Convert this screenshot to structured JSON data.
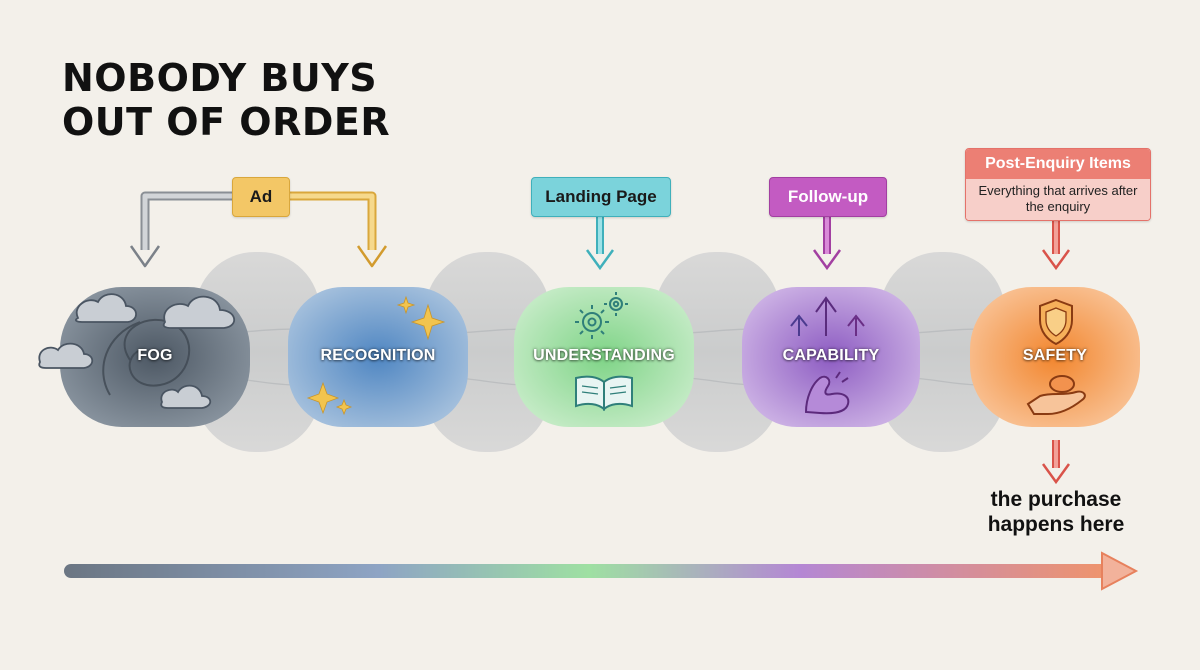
{
  "title": {
    "line1": "NOBODY BUYS",
    "line2": "OUT OF ORDER"
  },
  "touchpoints": {
    "ad": "Ad",
    "landing_page": "Landing Page",
    "follow_up": "Follow-up",
    "post_enquiry": {
      "title": "Post-Enquiry Items",
      "subtitle": "Everything that arrives after the enquiry"
    }
  },
  "stages": [
    {
      "label": "FOG",
      "color": "#5f6f7f"
    },
    {
      "label": "RECOGNITION",
      "color": "#5f91c4"
    },
    {
      "label": "UNDERSTANDING",
      "color": "#86d68e"
    },
    {
      "label": "CAPABILITY",
      "color": "#9a6bc8"
    },
    {
      "label": "SAFETY",
      "color": "#f2903e"
    }
  ],
  "purchase_note": "the purchase happens here",
  "icons": [
    "cloud-icon",
    "swirl-icon",
    "sparkle-icon",
    "gear-icon",
    "book-icon",
    "up-arrows-icon",
    "flexed-arm-icon",
    "shield-icon",
    "hand-icon"
  ]
}
